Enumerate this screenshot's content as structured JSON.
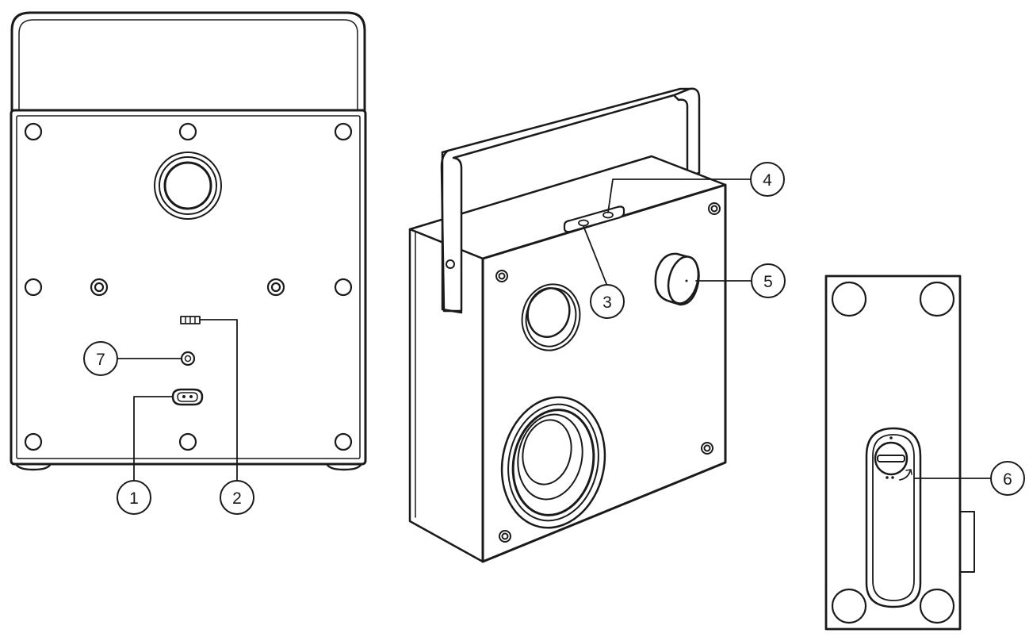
{
  "colors": {
    "stroke": "#1a1a1a",
    "fill": "#ffffff",
    "light_fill": "#f2f2f2"
  },
  "callouts": {
    "c1": "1",
    "c2": "2",
    "c3": "3",
    "c4": "4",
    "c5": "5",
    "c6": "6",
    "c7": "7"
  }
}
